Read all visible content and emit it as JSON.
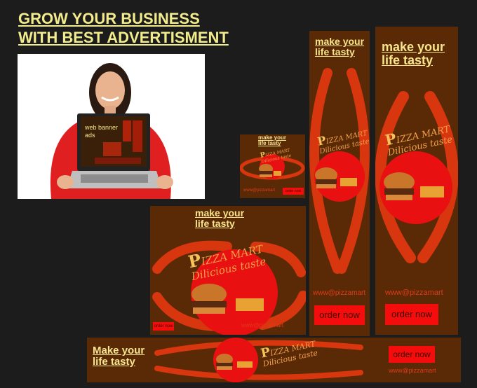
{
  "headline": {
    "line1": "GROW YOUR BUSINESS",
    "line2": "WITH BEST ADVERTISMENT"
  },
  "laptop_screen": {
    "text": "web banner ads"
  },
  "ad": {
    "tagline_line1": "make your",
    "tagline_line2": "life tasty",
    "tagline_leaderboard_line1": "Make your",
    "tagline_leaderboard_line2": "life tasty",
    "brand_initial": "P",
    "brand_rest": "IZZA MART",
    "slogan": "Dilicious taste",
    "website": "www@pizzamart",
    "cta": "order now"
  },
  "colors": {
    "background": "#1c1c1c",
    "headline": "#f3ec8c",
    "banner_bg": "#5a2a06",
    "swirl": "#d8360e",
    "cta": "#f50d0d",
    "tagline": "#f6e68c"
  },
  "icons": [
    "burger-icon",
    "fries-icon"
  ]
}
